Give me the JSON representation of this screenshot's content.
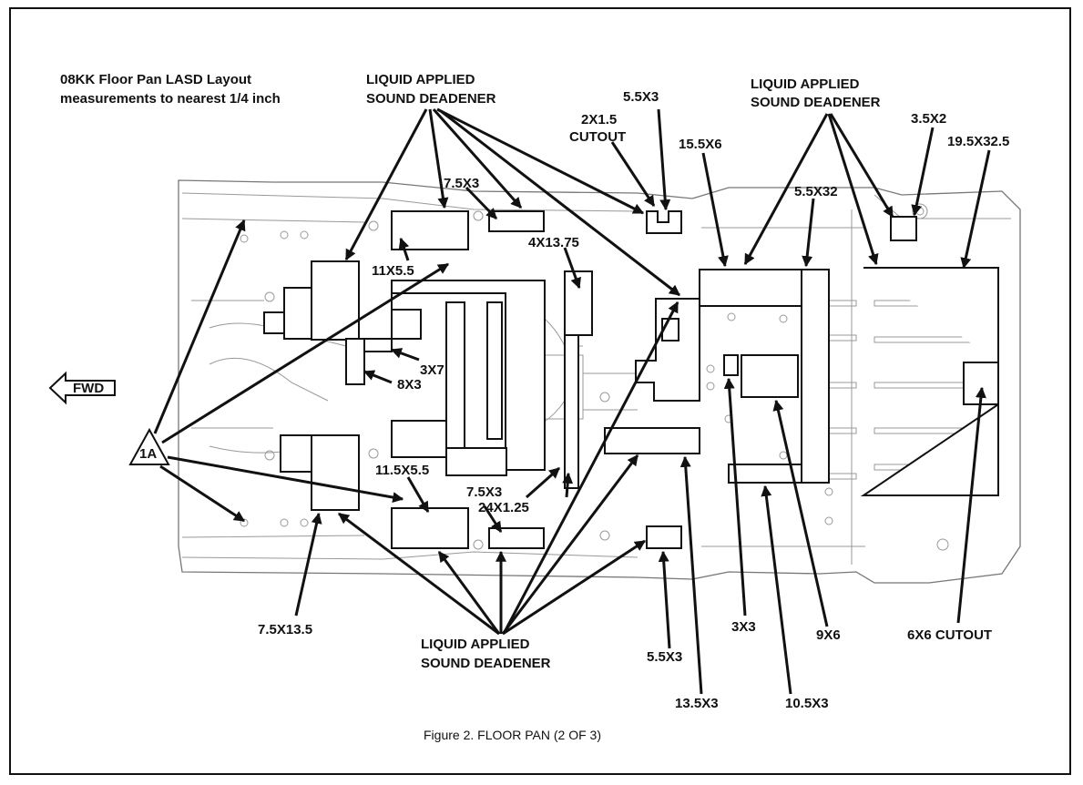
{
  "title": {
    "line1": "08KK Floor Pan LASD Layout",
    "line2": "measurements to nearest 1/4 inch"
  },
  "lasd_label": {
    "line1": "LIQUID APPLIED",
    "line2": "SOUND DEADENER"
  },
  "fwd_label": "FWD",
  "callout_1a": "1A",
  "dimensions": {
    "d_5_5x3_top": "5.5X3",
    "d_2x1_5": "2X1.5",
    "cutout": "CUTOUT",
    "d_7_5x3_top": "7.5X3",
    "d_15_5x6": "15.5X6",
    "d_5_5x32": "5.5X32",
    "d_3_5x2": "3.5X2",
    "d_19_5x32_5": "19.5X32.5",
    "d_11x5_5": "11X5.5",
    "d_4x13_75": "4X13.75",
    "d_3x7": "3X7",
    "d_8x3": "8X3",
    "d_11_5x5_5": "11.5X5.5",
    "d_7_5x3_bottom": "7.5X3",
    "d_24x1_25": "24X1.25",
    "d_7_5x13_5": "7.5X13.5",
    "d_5_5x3_bottom": "5.5X3",
    "d_13_5x3": "13.5X3",
    "d_3x3": "3X3",
    "d_9x6": "9X6",
    "d_10_5x3": "10.5X3",
    "d_6x6_cutout": "6X6 CUTOUT"
  },
  "caption": "Figure 2.  FLOOR PAN (2 OF 3)"
}
